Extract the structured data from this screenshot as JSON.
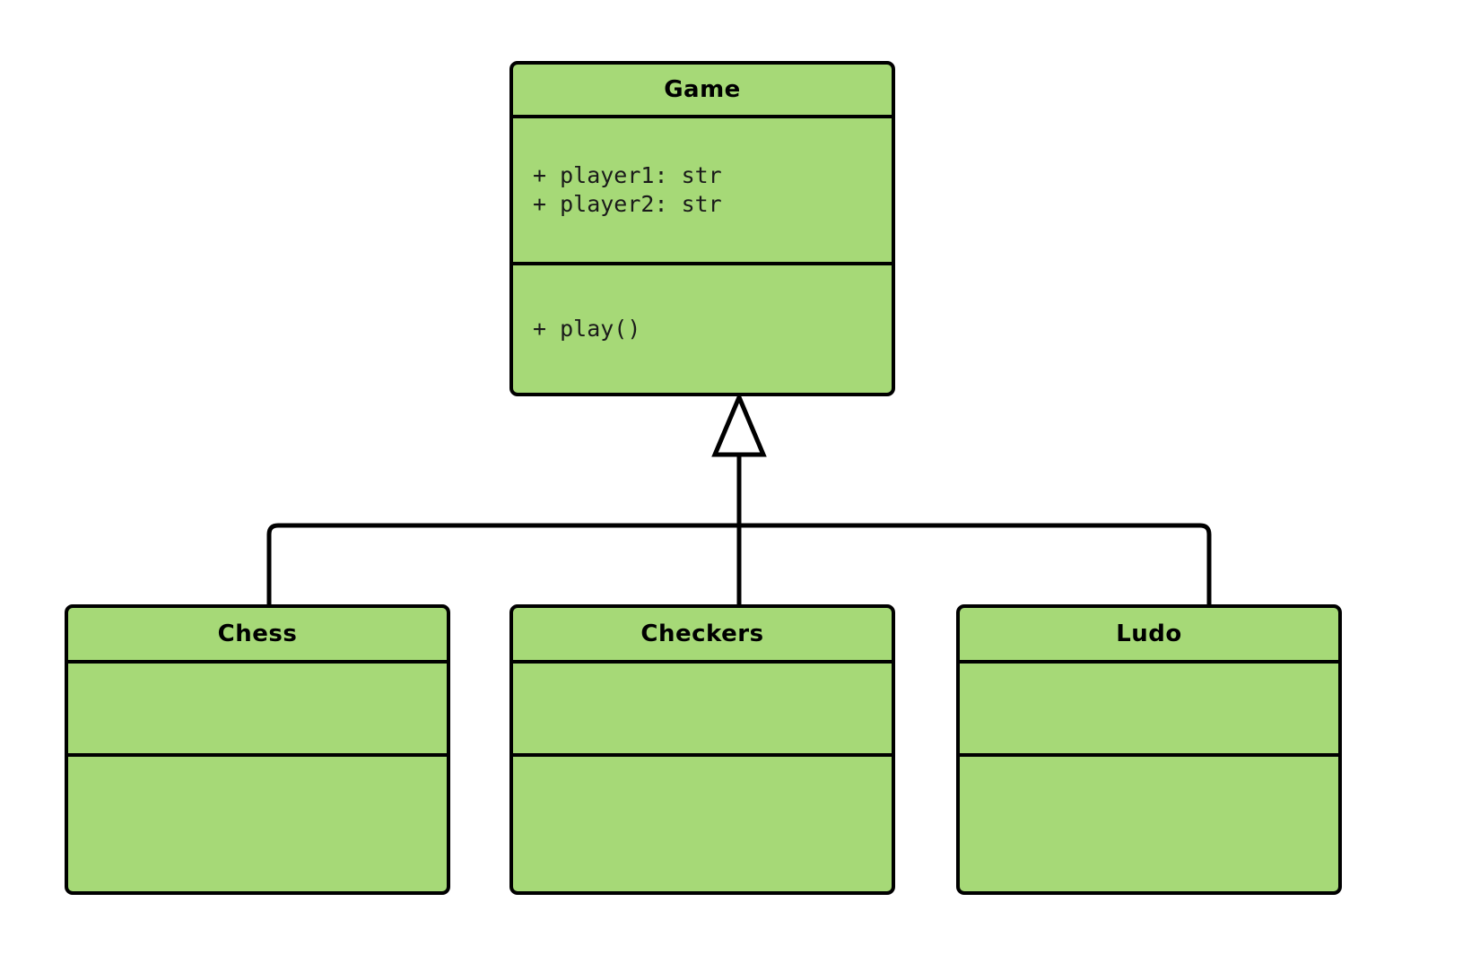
{
  "diagram": {
    "type": "uml-class-diagram",
    "relationship": "generalization",
    "background_color": "#ffffff",
    "class_fill_color": "#a6d977",
    "border_color": "#000000",
    "arrow_fill_color": "#ffffff"
  },
  "classes": {
    "game": {
      "name": "Game",
      "attributes": [
        "+ player1: str",
        "+ player2: str"
      ],
      "methods": [
        "+ play()"
      ]
    },
    "chess": {
      "name": "Chess",
      "attributes": [],
      "methods": []
    },
    "checkers": {
      "name": "Checkers",
      "attributes": [],
      "methods": []
    },
    "ludo": {
      "name": "Ludo",
      "attributes": [],
      "methods": []
    }
  },
  "relationships": [
    {
      "from": "Chess",
      "to": "Game",
      "type": "inheritance"
    },
    {
      "from": "Checkers",
      "to": "Game",
      "type": "inheritance"
    },
    {
      "from": "Ludo",
      "to": "Game",
      "type": "inheritance"
    }
  ]
}
